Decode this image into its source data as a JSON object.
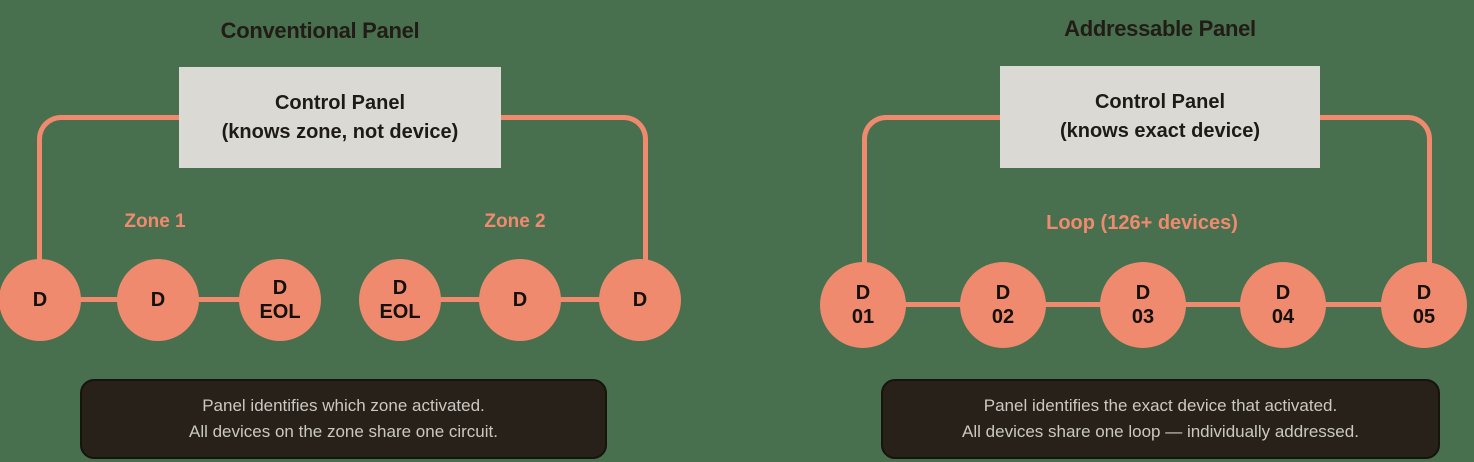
{
  "colors": {
    "background": "#48704E",
    "accent_wire": "#F08A6E",
    "control_panel_box": "#DBD9D3",
    "note_box": "#272119",
    "note_text": "#CBC8C2",
    "title_text": "#211C16"
  },
  "conventional": {
    "title": "Conventional Panel",
    "control_panel": {
      "line1": "Control Panel",
      "line2": "(knows zone, not device)"
    },
    "zone1_label": "Zone 1",
    "zone2_label": "Zone 2",
    "devices": [
      {
        "line1": "D",
        "line2": ""
      },
      {
        "line1": "D",
        "line2": ""
      },
      {
        "line1": "D",
        "line2": "EOL"
      },
      {
        "line1": "D",
        "line2": "EOL"
      },
      {
        "line1": "D",
        "line2": ""
      },
      {
        "line1": "D",
        "line2": ""
      }
    ],
    "note": {
      "line1": "Panel identifies which zone activated.",
      "line2": "All devices on the zone share one circuit."
    }
  },
  "addressable": {
    "title": "Addressable Panel",
    "control_panel": {
      "line1": "Control Panel",
      "line2": "(knows exact device)"
    },
    "loop_label": "Loop (126+ devices)",
    "devices": [
      {
        "line1": "D",
        "line2": "01"
      },
      {
        "line1": "D",
        "line2": "02"
      },
      {
        "line1": "D",
        "line2": "03"
      },
      {
        "line1": "D",
        "line2": "04"
      },
      {
        "line1": "D",
        "line2": "05"
      }
    ],
    "note": {
      "line1": "Panel identifies the exact device that activated.",
      "line2": "All devices share one loop — individually addressed."
    }
  }
}
